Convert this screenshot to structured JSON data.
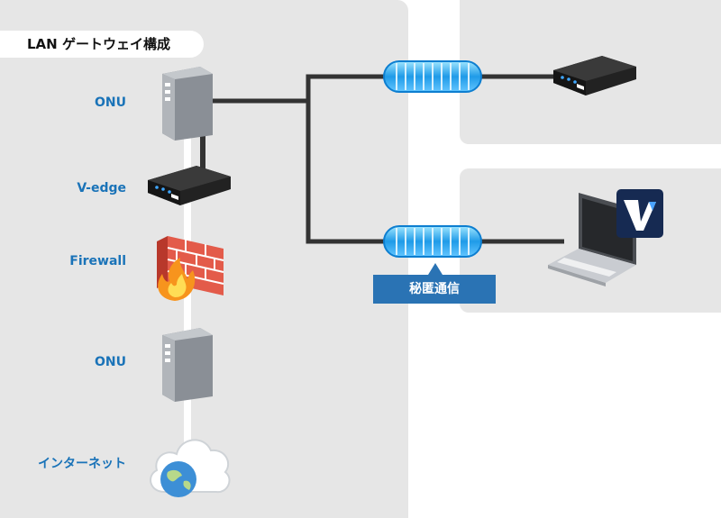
{
  "title": "LAN ゲートウェイ構成",
  "devices": {
    "onu_top": "ONU",
    "vedge": "V-edge",
    "firewall": "Firewall",
    "onu_bottom": "ONU",
    "internet": "インターネット"
  },
  "tunnel_badge": "秘匿通信",
  "icons": [
    "onu-icon",
    "vedge-router-icon",
    "firewall-icon",
    "onu-icon",
    "internet-cloud-icon",
    "encrypted-tunnel-icon",
    "remote-router-icon",
    "laptop-icon",
    "v-logo-icon"
  ],
  "colors": {
    "panel": "#e6e6e6",
    "label_blue": "#1a73b8",
    "badge_blue": "#2a73b4",
    "wire": "#333333"
  }
}
